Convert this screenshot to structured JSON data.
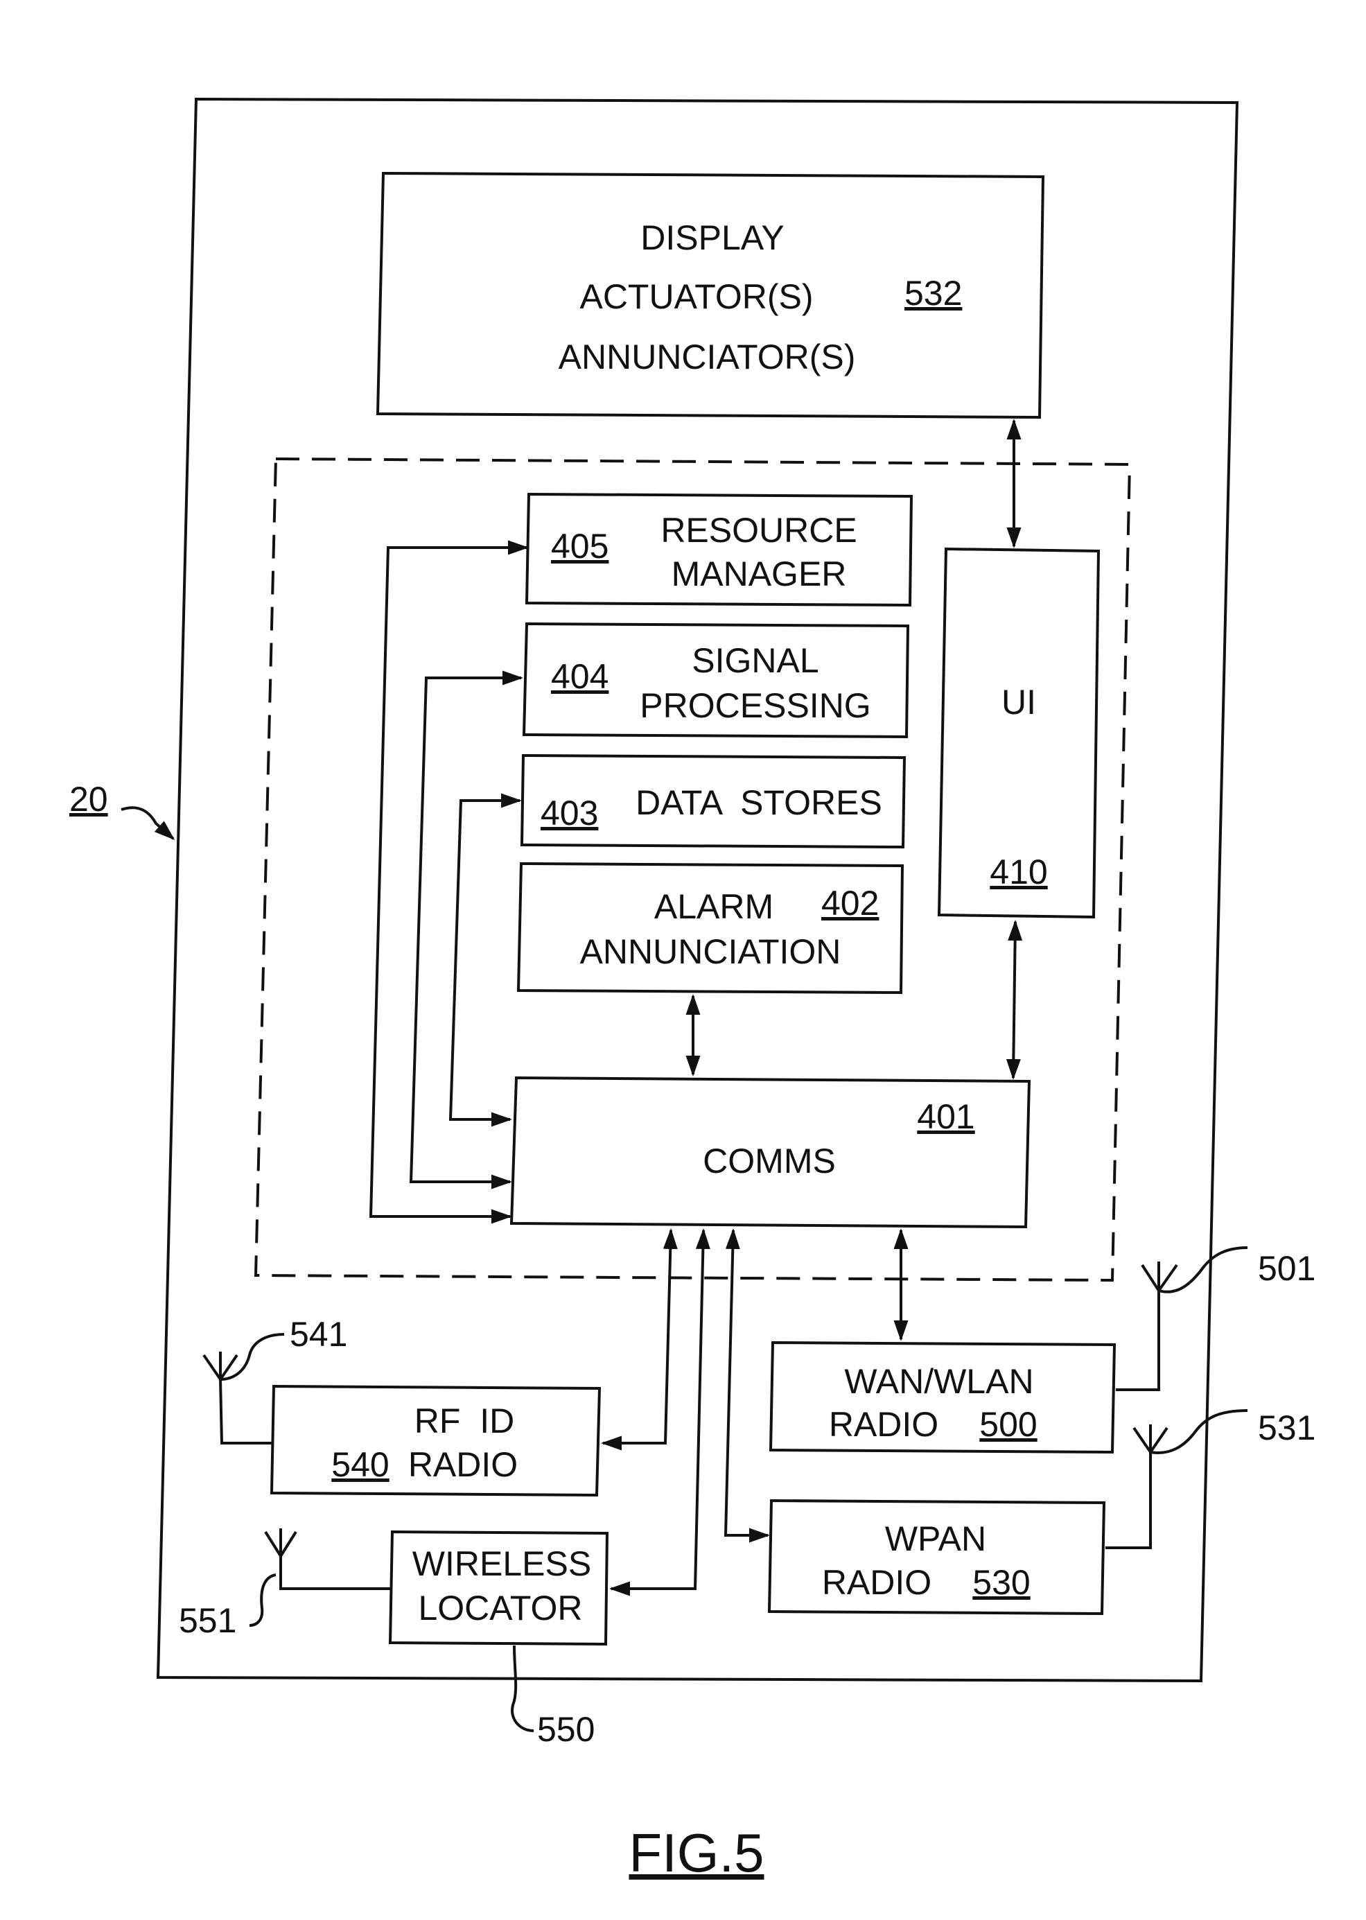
{
  "figure_label": "FIG.5",
  "device_ref": "20",
  "blocks": {
    "display": {
      "lines": [
        "DISPLAY",
        "ACTUATOR(S)",
        "ANNUNCIATOR(S)"
      ],
      "ref": "532"
    },
    "resource_manager": {
      "lines": [
        "RESOURCE",
        "MANAGER"
      ],
      "ref": "405"
    },
    "signal_processing": {
      "lines": [
        "SIGNAL",
        "PROCESSING"
      ],
      "ref": "404"
    },
    "data_stores": {
      "lines": [
        "DATA  STORES"
      ],
      "ref": "403"
    },
    "alarm": {
      "lines": [
        "ALARM",
        "ANNUNCIATION"
      ],
      "ref": "402"
    },
    "comms": {
      "lines": [
        "COMMS"
      ],
      "ref": "401"
    },
    "ui": {
      "lines": [
        "UI"
      ],
      "ref": "410"
    },
    "wan": {
      "lines": [
        "WAN/WLAN",
        "RADIO"
      ],
      "ref": "500"
    },
    "wpan": {
      "lines": [
        "WPAN",
        "RADIO"
      ],
      "ref": "530"
    },
    "rfid": {
      "lines": [
        "RF  ID",
        "RADIO"
      ],
      "ref": "540"
    },
    "locator": {
      "lines": [
        "WIRELESS",
        "LOCATOR"
      ],
      "ref": "550"
    }
  },
  "antennas": {
    "wan": "501",
    "wpan": "531",
    "rfid": "541",
    "locator": "551"
  }
}
